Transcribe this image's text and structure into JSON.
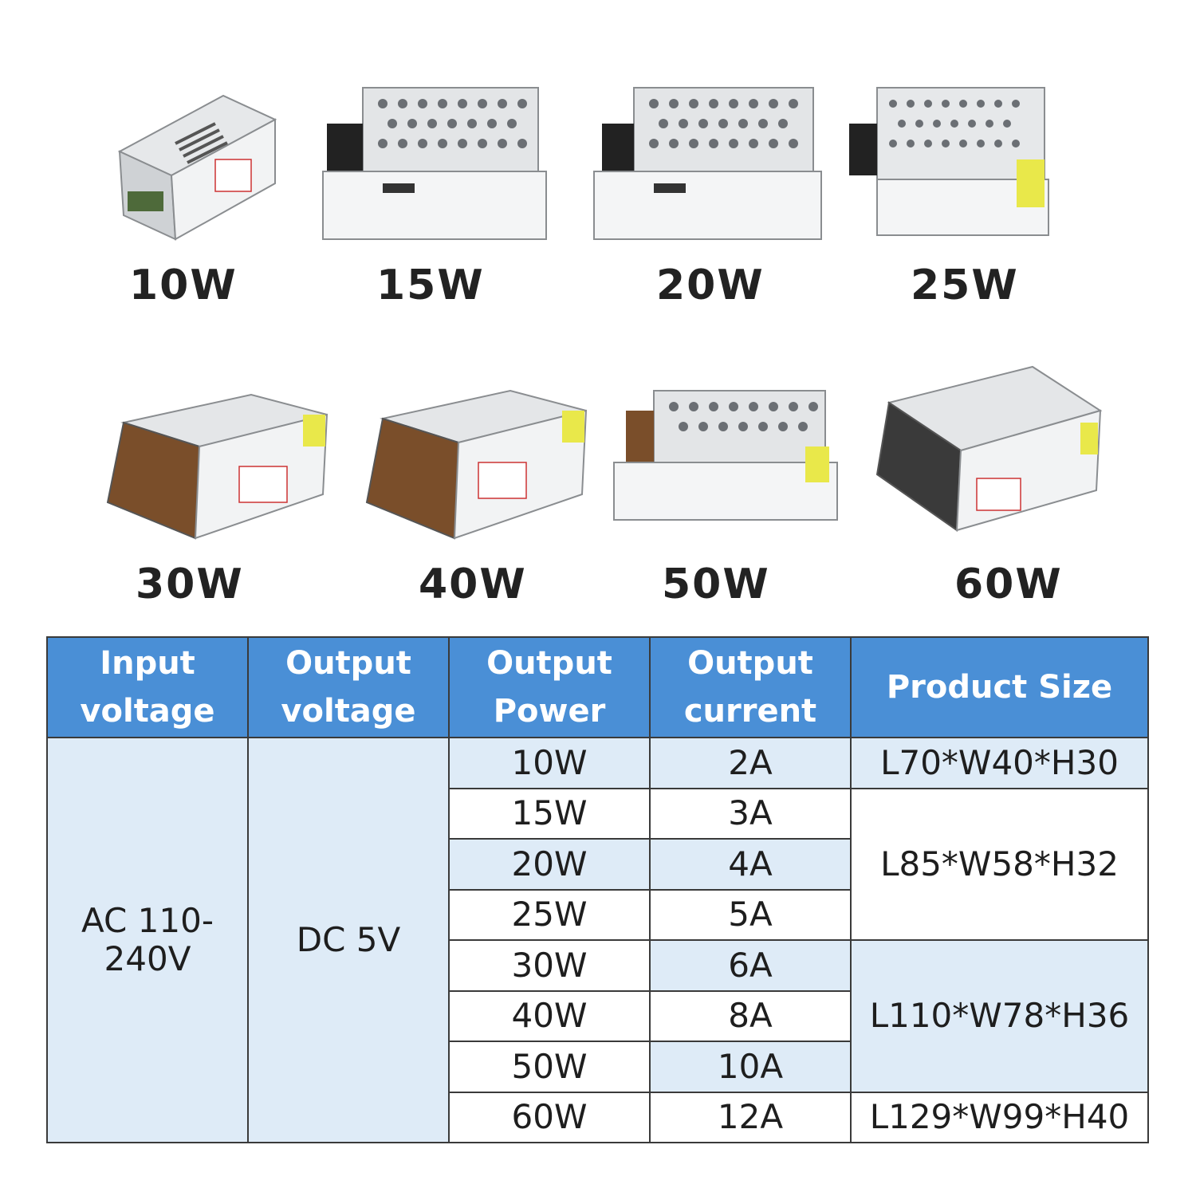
{
  "products": [
    {
      "label": "10W",
      "type": "small"
    },
    {
      "label": "15W",
      "type": "flat"
    },
    {
      "label": "20W",
      "type": "flat"
    },
    {
      "label": "25W",
      "type": "flat"
    },
    {
      "label": "30W",
      "type": "iso"
    },
    {
      "label": "40W",
      "type": "iso"
    },
    {
      "label": "50W",
      "type": "flat"
    },
    {
      "label": "60W",
      "type": "iso"
    }
  ],
  "table": {
    "headers": {
      "input_voltage": "Input voltage",
      "output_voltage": "Output voltage",
      "output_power": "Output Power",
      "output_current": "Output current",
      "product_size": "Product Size"
    },
    "input_voltage": "AC 110-240V",
    "output_voltage": "DC 5V",
    "rows": [
      {
        "power": "10W",
        "current": "2A"
      },
      {
        "power": "15W",
        "current": "3A"
      },
      {
        "power": "20W",
        "current": "4A"
      },
      {
        "power": "25W",
        "current": "5A"
      },
      {
        "power": "30W",
        "current": "6A"
      },
      {
        "power": "40W",
        "current": "8A"
      },
      {
        "power": "50W",
        "current": "10A"
      },
      {
        "power": "60W",
        "current": "12A"
      }
    ],
    "sizes": [
      "L70*W40*H30",
      "L85*W58*H32",
      "L110*W78*H36",
      "L129*W99*H40"
    ]
  },
  "colors": {
    "header_bg": "#4a8fd6",
    "alt_row": "#deebf7",
    "text": "#1e1e1e"
  },
  "icons": [
    "power-supply-image"
  ]
}
